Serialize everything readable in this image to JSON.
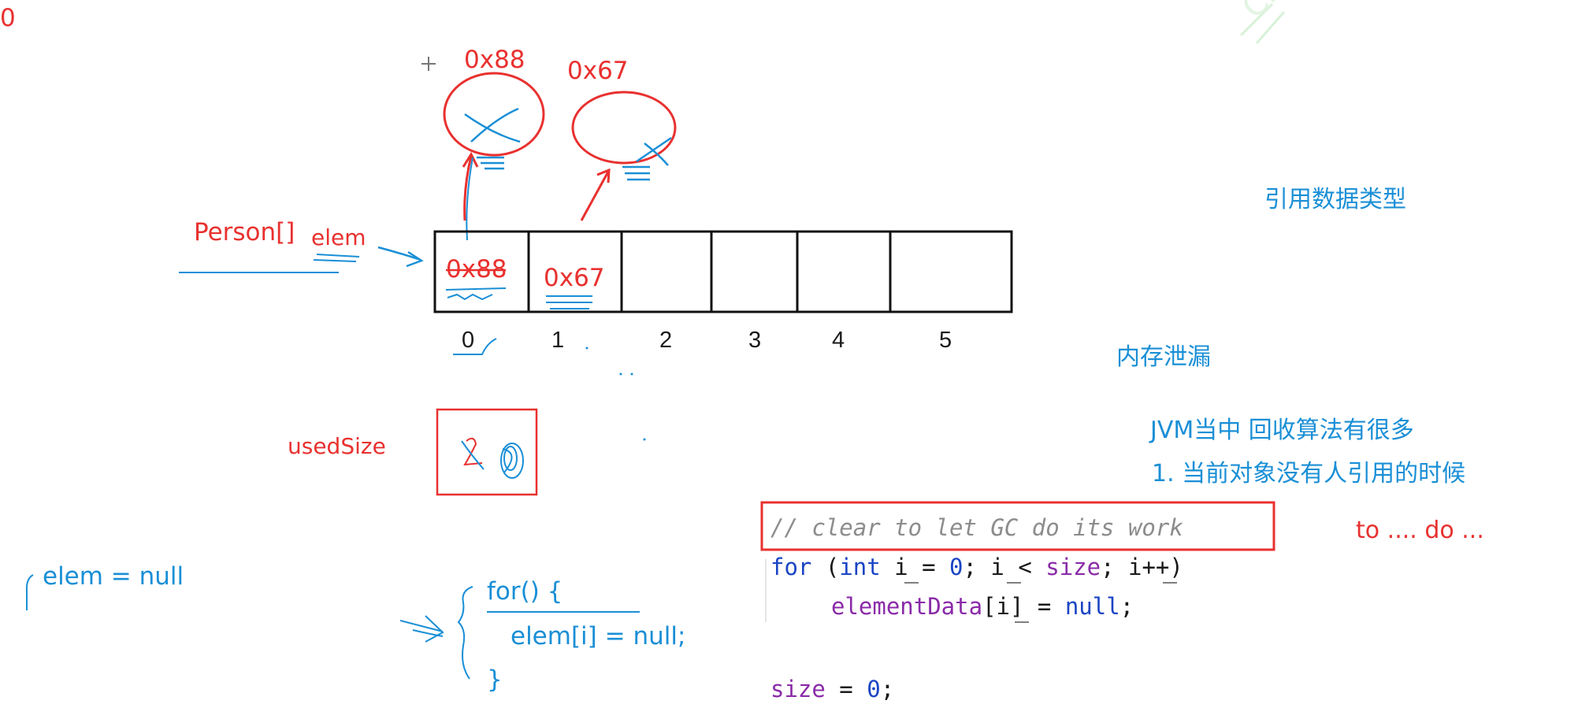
{
  "objects": {
    "obj_a_addr": "0x88",
    "obj_b_addr": "0x67"
  },
  "array": {
    "type_label": "Person[]",
    "var_name": "elem",
    "cell_values": [
      "0x88",
      "0x67",
      "",
      "",
      "",
      ""
    ],
    "indices": [
      "0",
      "1",
      "2",
      "3",
      "4",
      "5"
    ]
  },
  "used_size": {
    "label": "usedSize"
  },
  "notes": {
    "ref_type": "引用数据类型",
    "memory_leak": "内存泄漏",
    "gc_line1": "JVM当中 回收算法有很多",
    "gc_line2": "1. 当前对象没有人引用的时候",
    "todo": "to .... do ..."
  },
  "handwritten": {
    "elem_null": "elem = null",
    "for_open": "for() {",
    "for_body": "elem[i] = null;",
    "for_close": "}"
  },
  "code": {
    "comment": "// clear to let GC do its work",
    "for_kw": "for",
    "for_open": " (",
    "int_kw": "int",
    "i1": " i = ",
    "zero1": "0",
    "semi1": "; i < ",
    "size_fld": "size",
    "semi2": "; i++)",
    "elementData": "elementData",
    "index_part": "[i] = ",
    "null_kw": "null",
    "semi3": ";",
    "size_fld2": "size",
    "assign": " = ",
    "zero2": "0",
    "semi4": ";"
  },
  "edge_fragment": "0",
  "watermark": "CE"
}
